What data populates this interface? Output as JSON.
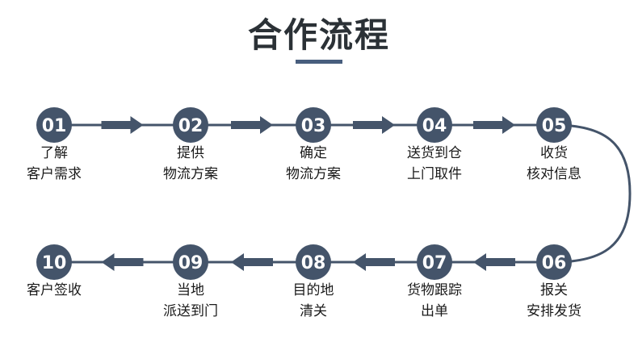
{
  "title": "合作流程",
  "colors": {
    "node": "#44546a",
    "line": "#44546a",
    "node_text": "#ffffff",
    "title_underline": "#485e7e"
  },
  "steps": [
    {
      "num": "01",
      "line1": "了解",
      "line2": "客户需求"
    },
    {
      "num": "02",
      "line1": "提供",
      "line2": "物流方案"
    },
    {
      "num": "03",
      "line1": "确定",
      "line2": "物流方案"
    },
    {
      "num": "04",
      "line1": "送货到仓",
      "line2": "上门取件"
    },
    {
      "num": "05",
      "line1": "收货",
      "line2": "核对信息"
    },
    {
      "num": "06",
      "line1": "报关",
      "line2": "安排发货"
    },
    {
      "num": "07",
      "line1": "货物跟踪",
      "line2": "出单"
    },
    {
      "num": "08",
      "line1": "目的地",
      "line2": "清关"
    },
    {
      "num": "09",
      "line1": "当地",
      "line2": "派送到门"
    },
    {
      "num": "10",
      "line1": "客户签收",
      "line2": ""
    }
  ]
}
